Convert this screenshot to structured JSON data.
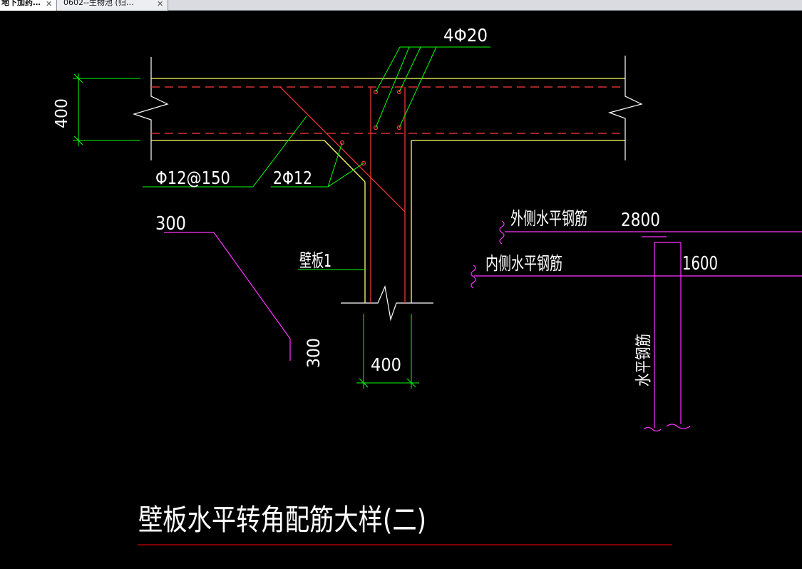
{
  "tabs": [
    {
      "label": "地下加药…",
      "active": true
    },
    {
      "label": "0602--生物池 (归…",
      "active": false
    }
  ],
  "drawing": {
    "rebar_top": "4Φ20",
    "dim_wall_thickness": "400",
    "stirrup_spec": "Φ12@150",
    "corner_bars": "2Φ12",
    "lap_horizontal": "300",
    "lap_vertical": "300",
    "wall_label": "壁板1",
    "dim_bottom": "400",
    "outer_rebar_label": "外侧水平钢筋",
    "outer_rebar_length": "2800",
    "inner_rebar_label": "内侧水平钢筋",
    "inner_rebar_length": "1600",
    "vertical_rebar_label": "水平钢筋",
    "title": "壁板水平转角配筋大样(二)"
  },
  "colors": {
    "background": "#000000",
    "concrete_outline": "#ffff66",
    "rebar": "#ff3b3b",
    "dimension_leader": "#00ff00",
    "text": "#ffffff",
    "length_marker": "#ff33ff",
    "title_underline": "#cc0000"
  }
}
